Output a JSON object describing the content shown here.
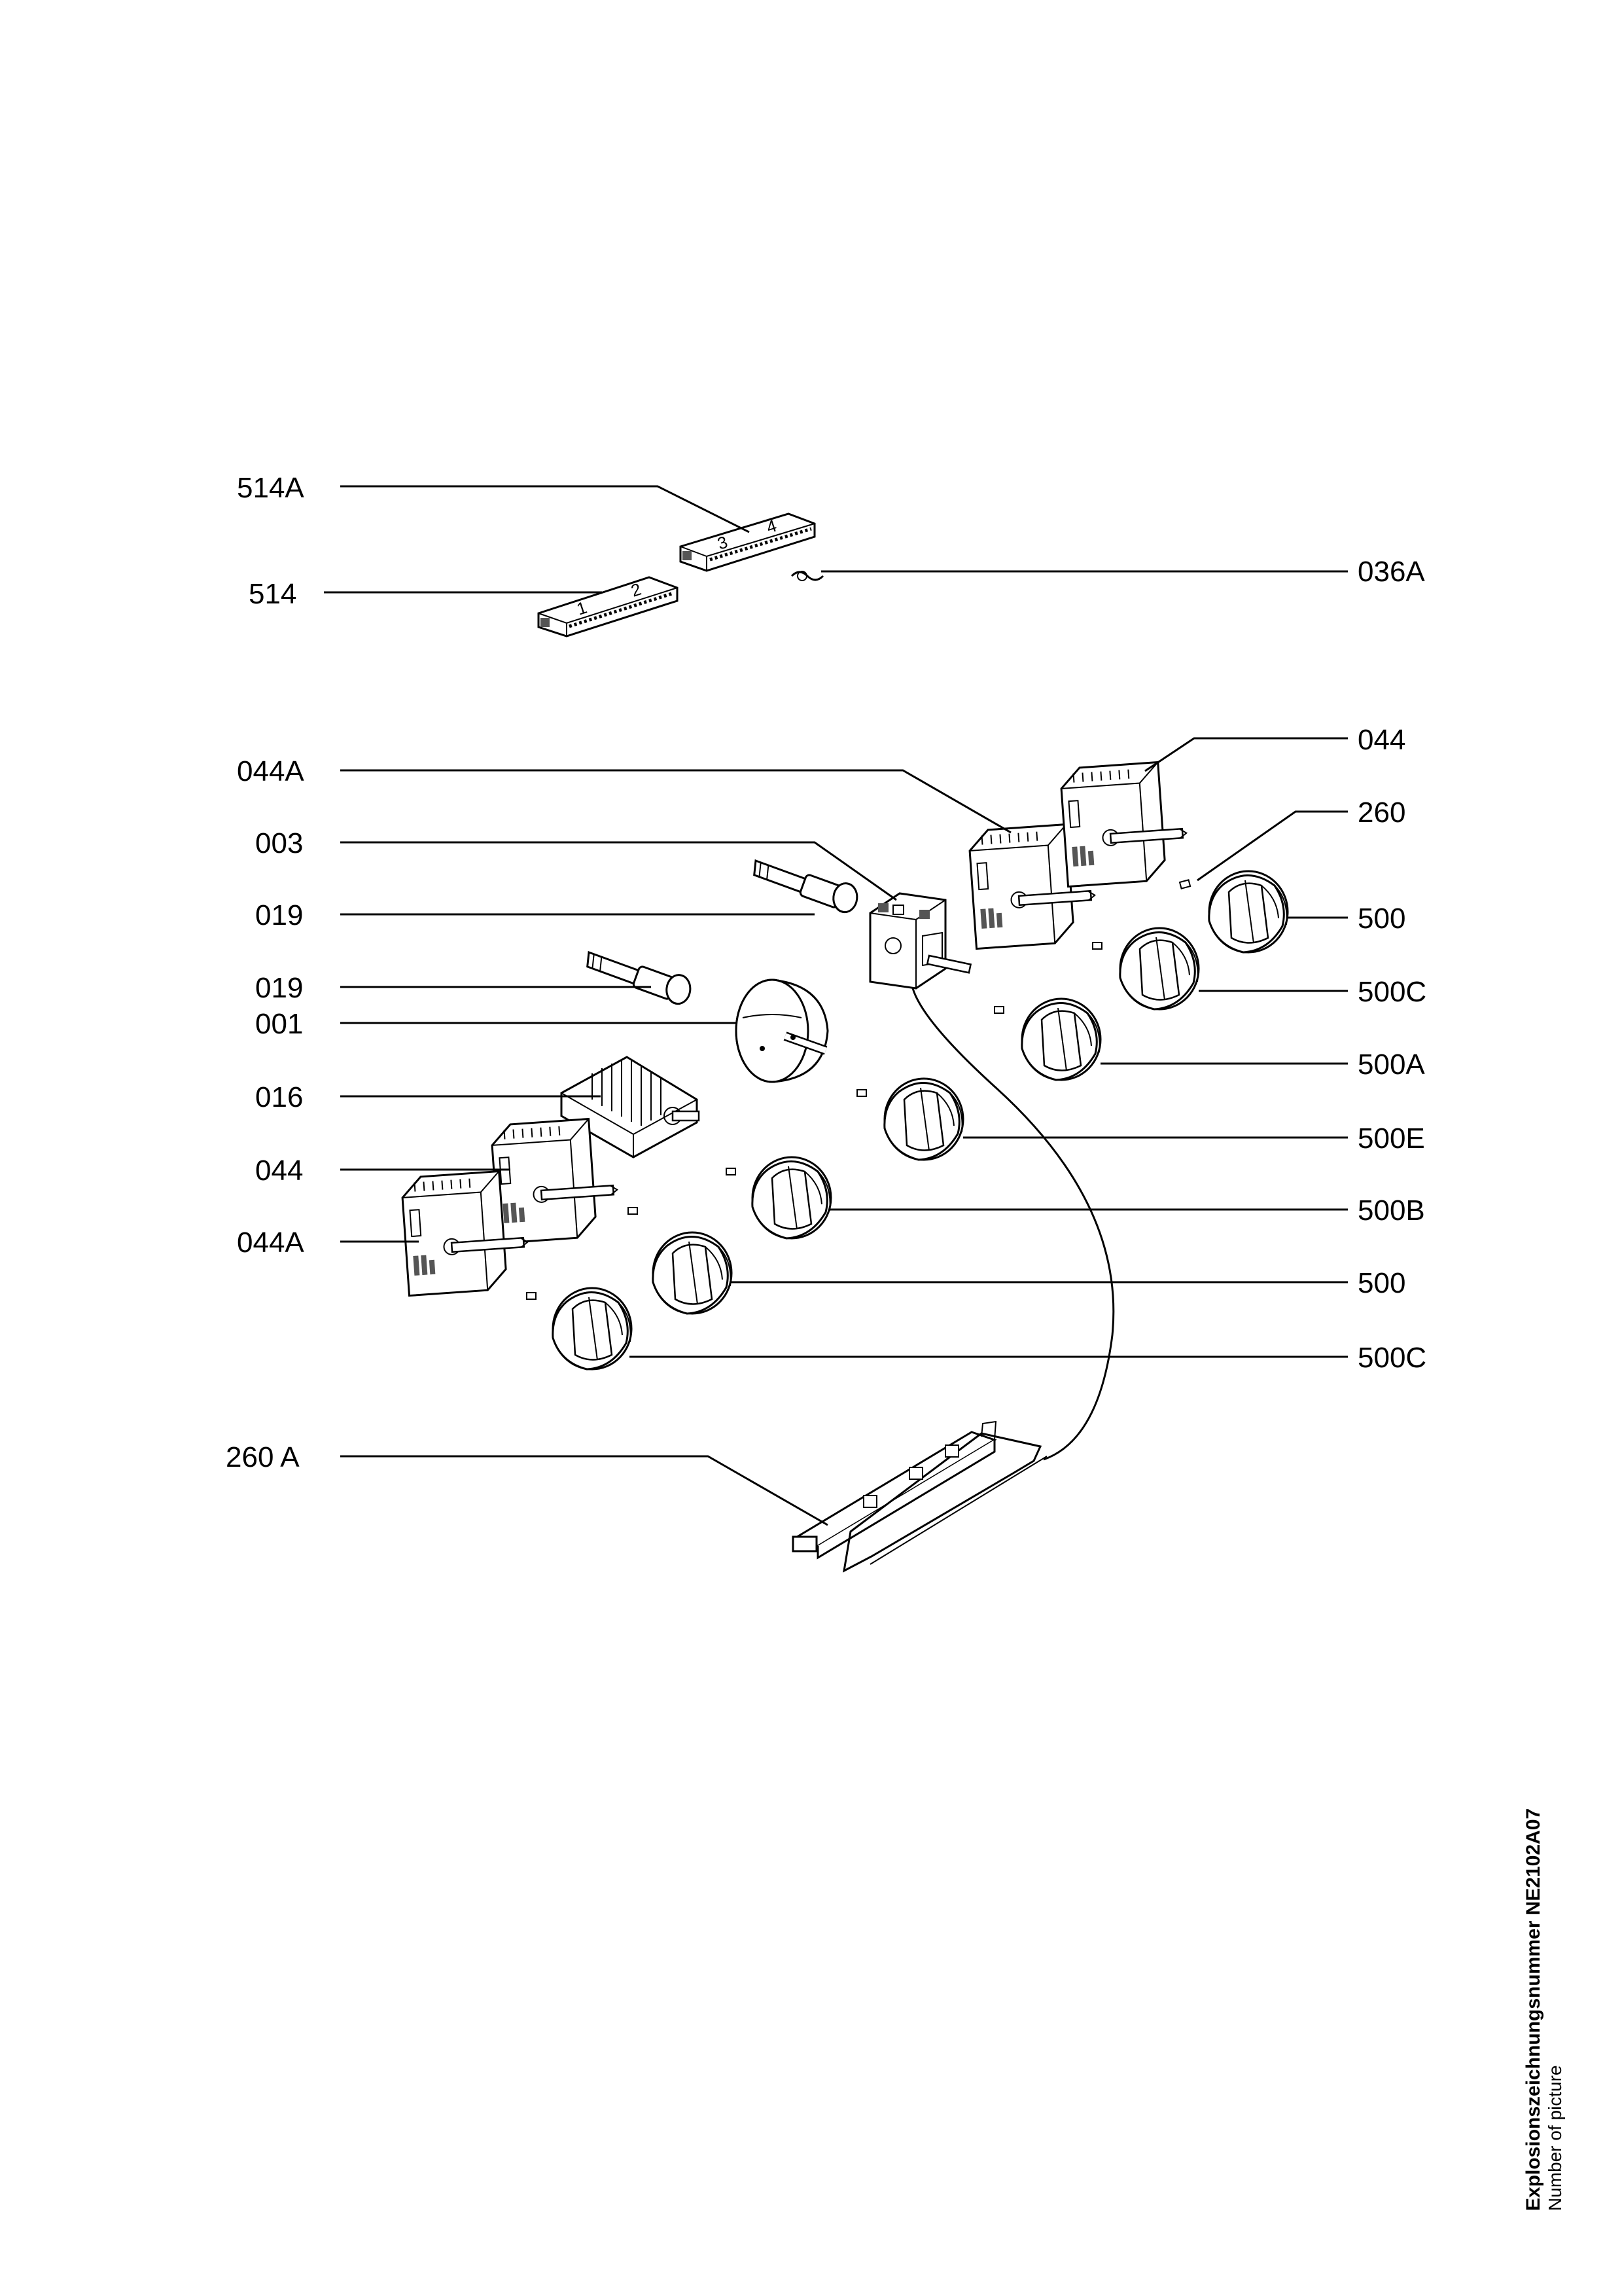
{
  "callouts": {
    "c514A": "514A",
    "c514": "514",
    "c036A": "036A",
    "c044A_top": "044A",
    "c044_top": "044",
    "c003": "003",
    "c260": "260",
    "c019_a": "019",
    "c500_top": "500",
    "c019_b": "019",
    "c500C_top": "500C",
    "c001": "001",
    "c500A": "500A",
    "c016": "016",
    "c500E": "500E",
    "c044_bottom": "044",
    "c500B": "500B",
    "c044A_bottom": "044A",
    "c500_bottom": "500",
    "c500C_bottom": "500C",
    "c260A": "260 A"
  },
  "footer": {
    "picture_label_de": "Explosionszeichnungsnummer NE2102A07",
    "picture_label_en": "Number of picture"
  }
}
